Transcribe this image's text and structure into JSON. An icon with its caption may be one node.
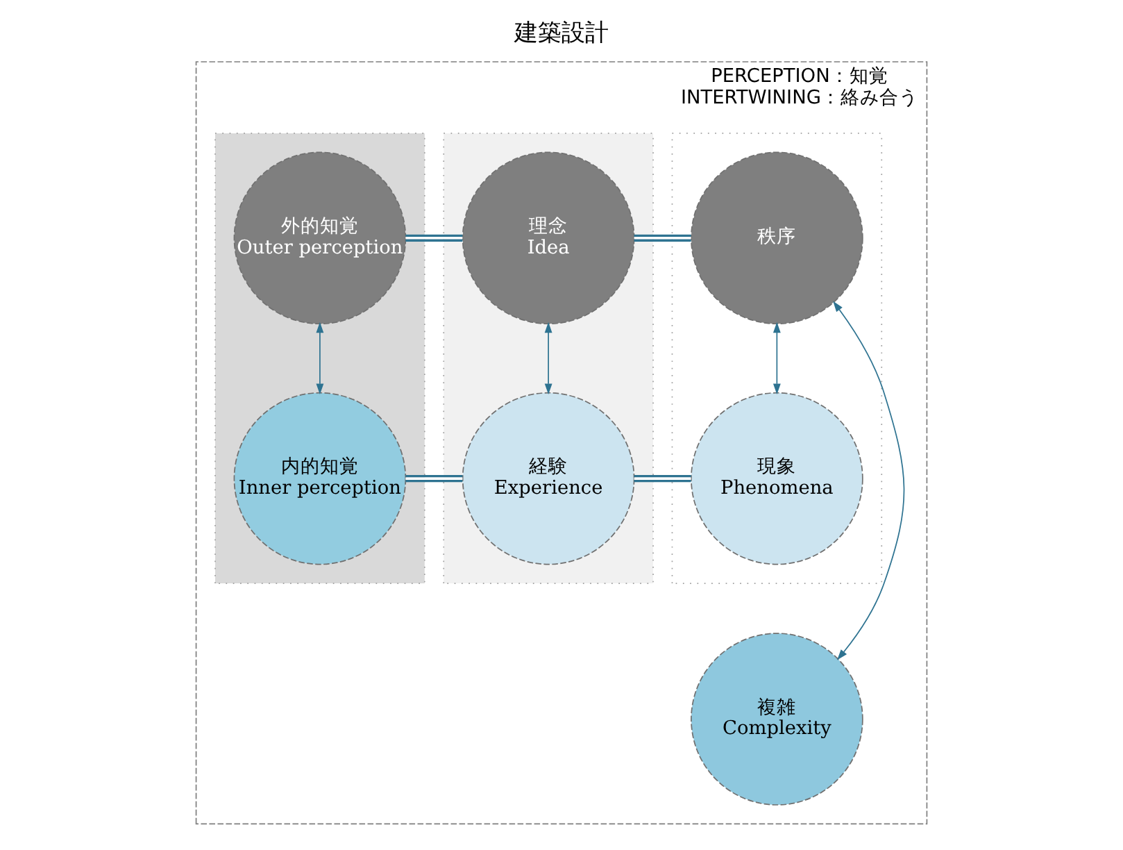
{
  "diagram": {
    "title": "建築設計",
    "nodes": [
      {
        "text": [
          "PERCEPTION：知覚",
          "INTERTWINING：絡み合う"
        ]
      },
      {
        "text": [],
        "shape": "box",
        "in": 0
      },
      {
        "text": [],
        "shape": "box",
        "in": 0
      },
      {
        "text": [],
        "shape": "box",
        "in": 0
      },
      {
        "text": [
          "秩序"
        ],
        "in": 1
      },
      {
        "text": [
          "理念",
          "Idea"
        ],
        "in": 2
      },
      {
        "text": [
          "外的知覚",
          "Outer perception"
        ],
        "in": 3
      },
      {
        "text": [
          "現象",
          "Phenomena"
        ],
        "in": 1
      },
      {
        "text": [
          "経験",
          "Experience"
        ],
        "in": 2
      },
      {
        "text": [
          "内的知覚",
          "Inner perception"
        ],
        "in": 3
      },
      {
        "text": [
          "複雑",
          "Complexity"
        ],
        "in": 0
      }
    ],
    "edges": [
      {
        "from": 4,
        "to": 5,
        "arrow": "none"
      },
      {
        "from": 5,
        "to": 6,
        "arrow": "none"
      },
      {
        "from": 4,
        "to": 7,
        "arrow": "both"
      },
      {
        "from": 5,
        "to": 8,
        "arrow": "both"
      },
      {
        "from": 6,
        "to": 9,
        "arrow": "both"
      },
      {
        "from": 7,
        "to": 8,
        "arrow": "none"
      },
      {
        "from": 8,
        "to": 9,
        "arrow": "none"
      },
      {
        "from": 4,
        "to": 10,
        "arrow": "both"
      }
    ]
  }
}
